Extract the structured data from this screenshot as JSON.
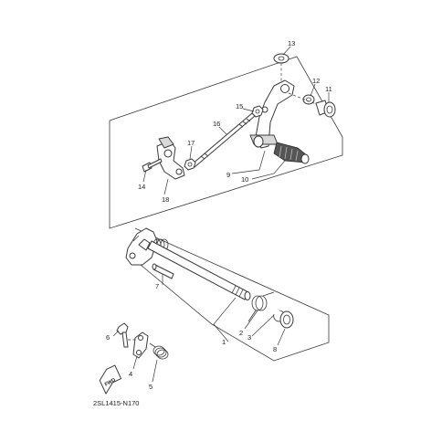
{
  "diagram": {
    "part_labels": {
      "p1": "1",
      "p2": "2",
      "p3": "3",
      "p4": "4",
      "p5": "5",
      "p6": "6",
      "p7": "7",
      "p8": "8",
      "p9": "9",
      "p10": "10",
      "p11": "11",
      "p12": "12",
      "p13": "13",
      "p14": "14",
      "p15": "15",
      "p16": "16",
      "p17": "17",
      "p18": "18"
    },
    "fwd_marker": "FWD",
    "drawing_code": "2SL1415-N170"
  }
}
